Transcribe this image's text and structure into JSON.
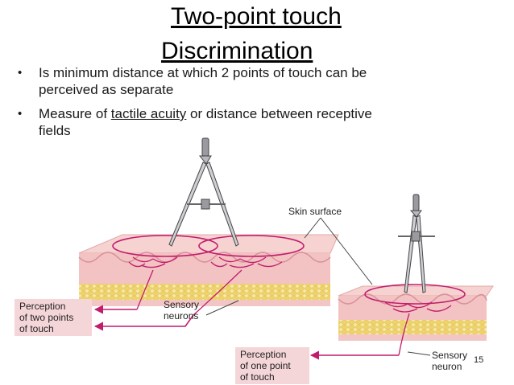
{
  "slide": {
    "title_line1": "Two-point touch",
    "title_line2": "Discrimination",
    "bullets": {
      "b1_line1": "Is minimum distance at which 2 points of touch can be",
      "b1_line2": "perceived as separate",
      "b2_pre": "Measure of ",
      "b2_link": "tactile acuity",
      "b2_post": " or distance between receptive",
      "b2_line2": "fields"
    },
    "page_number": "15"
  },
  "figure": {
    "skin_surface_label": "Skin surface",
    "perception_two_l1": "Perception",
    "perception_two_l2": "of two points",
    "perception_two_l3": "of touch",
    "sensory_neurons_l1": "Sensory",
    "sensory_neurons_l2": "neurons",
    "perception_one_l1": "Perception",
    "perception_one_l2": "of one point",
    "perception_one_l3": "of touch",
    "sensory_neuron_l1": "Sensory",
    "sensory_neuron_l2": "neuron",
    "colors": {
      "skin": "#f2c5c4",
      "fat": "#f3e08c",
      "neuron": "#c21c6e",
      "label_box": "#f5d6d8"
    }
  }
}
